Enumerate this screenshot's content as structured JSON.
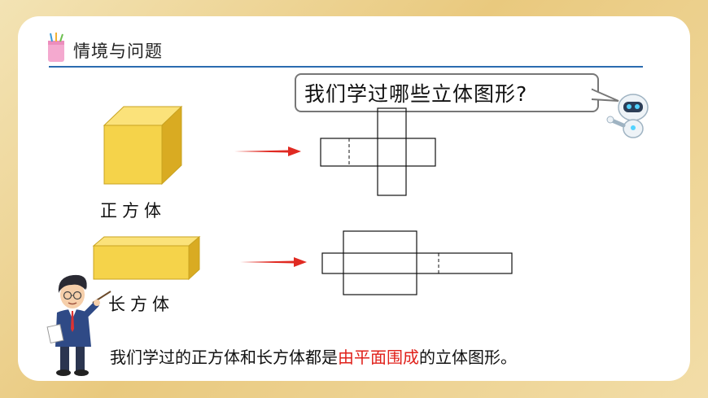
{
  "header": {
    "title": "情境与问题"
  },
  "speech_bubble": {
    "text": "我们学过哪些立体图形?"
  },
  "shapes": [
    {
      "name": "正方体"
    },
    {
      "name": "长方体"
    }
  ],
  "summary": {
    "before": "我们学过的正方体和长方体都是",
    "highlight": "由平面围成",
    "after": "的立体图形。"
  },
  "colors": {
    "accent_rule": "#2b6cb0",
    "highlight": "#e0201a",
    "arrow": "#e02a22",
    "solid_face": "#f5d34a"
  }
}
